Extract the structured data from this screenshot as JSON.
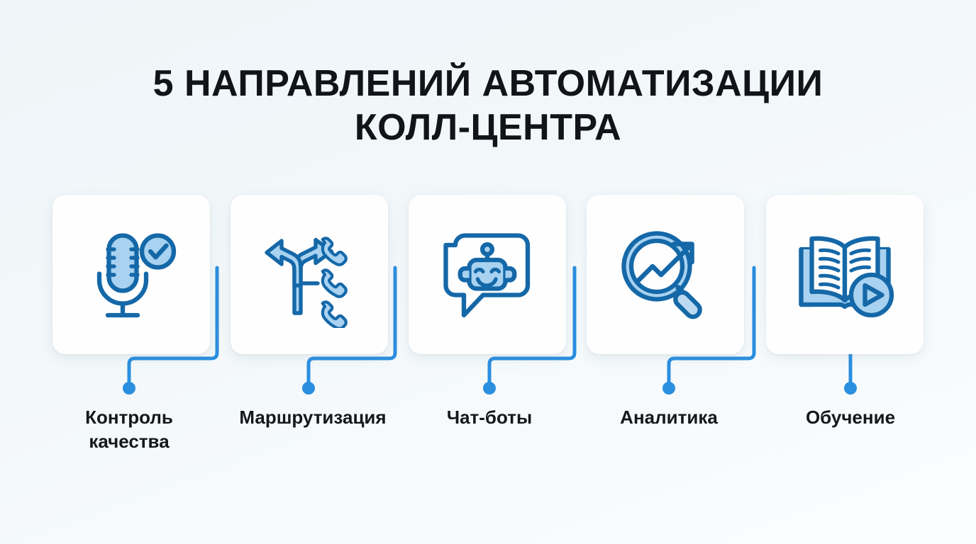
{
  "title": {
    "line1": "5 НАПРАВЛЕНИЙ АВТОМАТИЗАЦИИ",
    "line2": "КОЛЛ-ЦЕНТРА"
  },
  "colors": {
    "background_top": "#eef5f8",
    "background_bottom": "#fbfdfe",
    "card_background": "#fefefe",
    "icon_stroke": "#1568a8",
    "icon_fill": "#a8d2f0",
    "connector_line": "#2b8fe0",
    "connector_dot": "#2b8fe0",
    "title_text": "#111418",
    "label_text": "#14181c"
  },
  "items": [
    {
      "id": "quality-control",
      "icon": "microphone-check-icon",
      "label_line1": "Контроль",
      "label_line2": "качества"
    },
    {
      "id": "routing",
      "icon": "call-routing-icon",
      "label_line1": "Маршрутизация",
      "label_line2": ""
    },
    {
      "id": "chatbots",
      "icon": "chatbot-icon",
      "label_line1": "Чат-боты",
      "label_line2": ""
    },
    {
      "id": "analytics",
      "icon": "analytics-magnifier-icon",
      "label_line1": "Аналитика",
      "label_line2": ""
    },
    {
      "id": "training",
      "icon": "book-play-icon",
      "label_line1": "Обучение",
      "label_line2": ""
    }
  ]
}
